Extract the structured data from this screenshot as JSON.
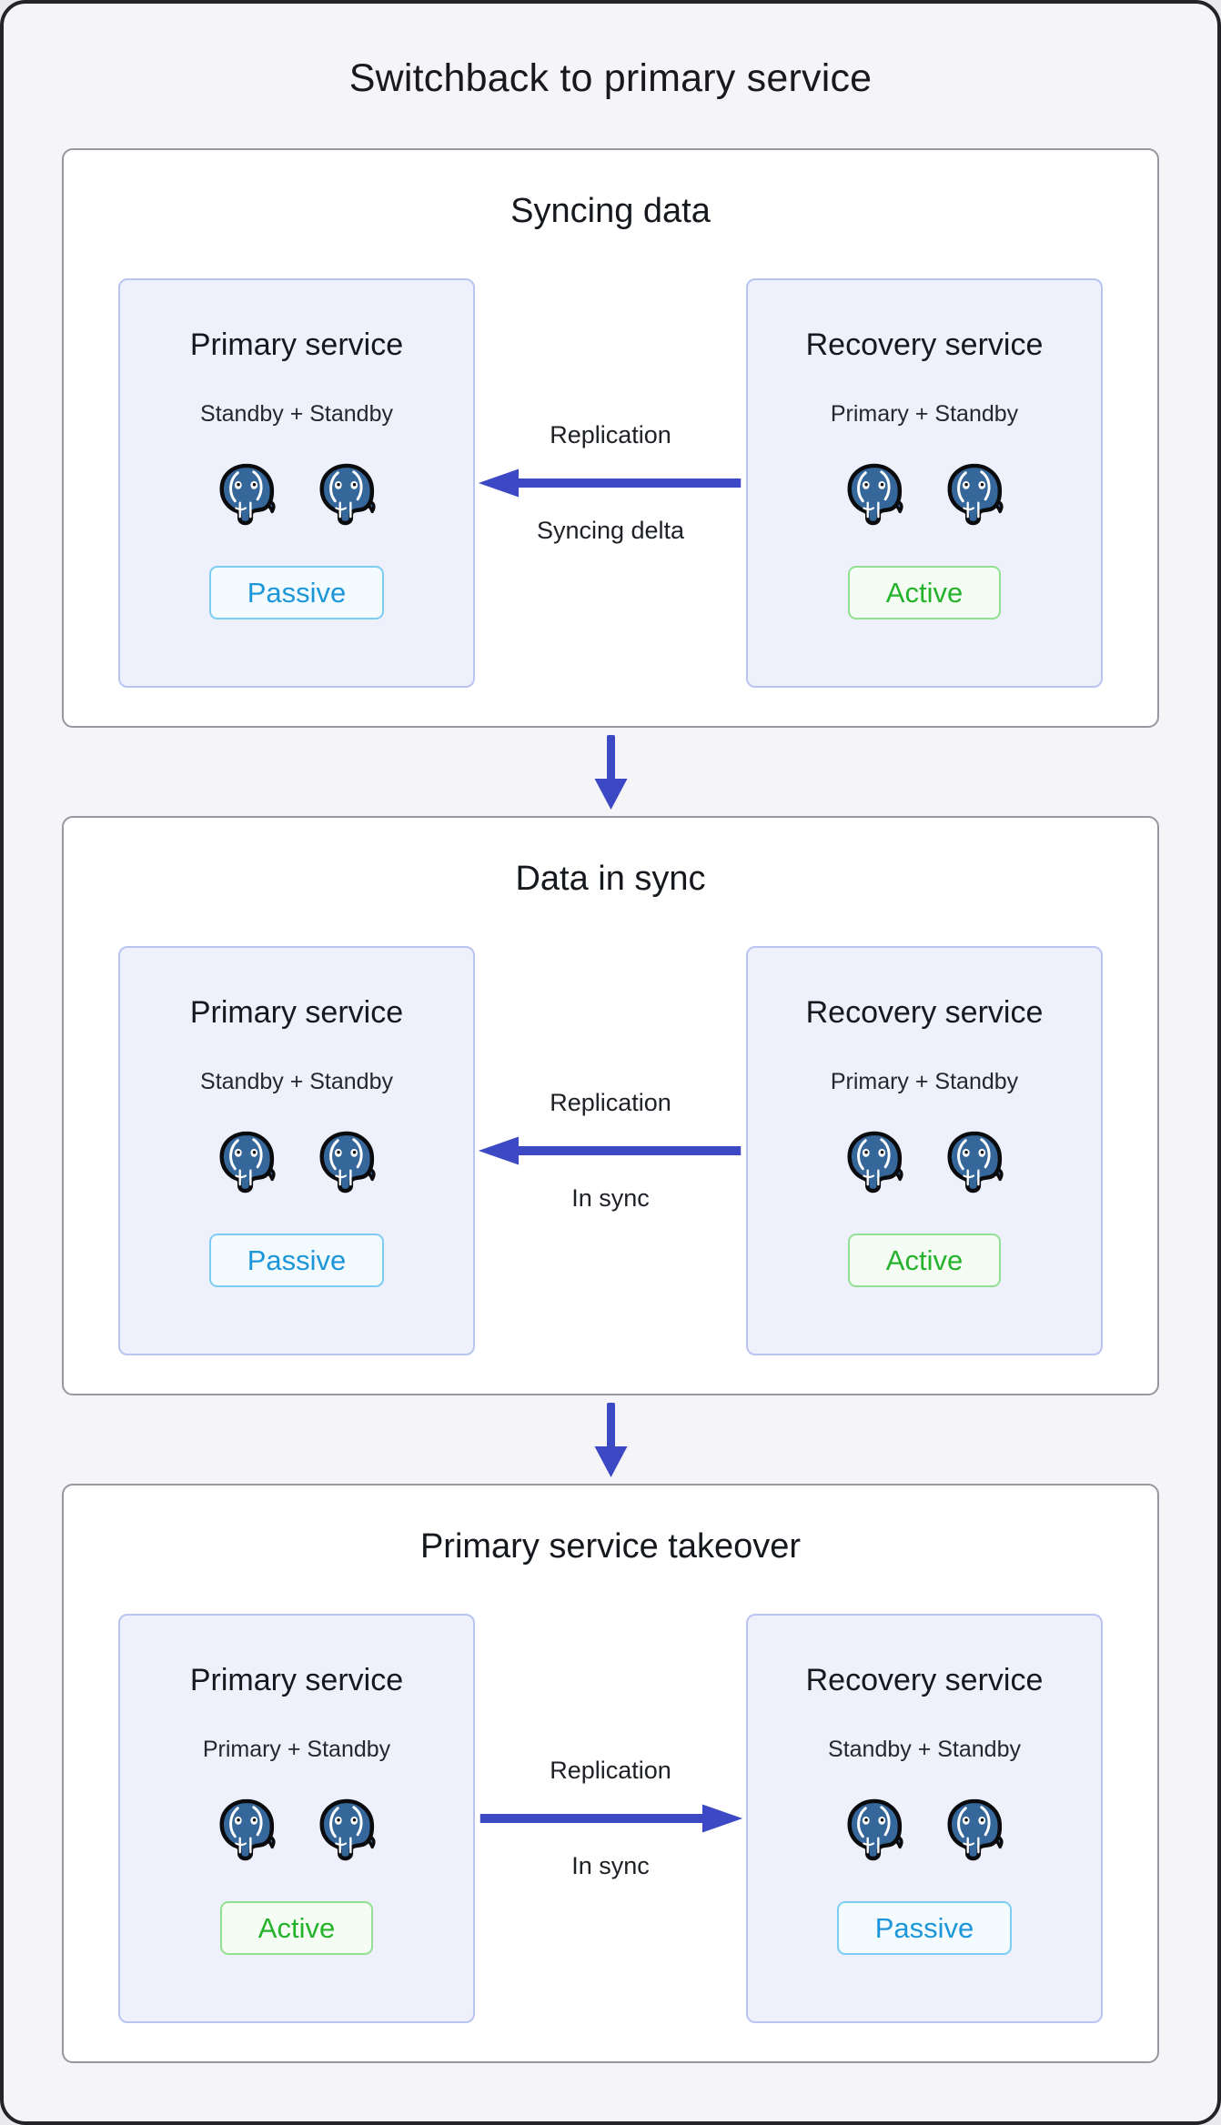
{
  "page": {
    "title": "Switchback to primary service"
  },
  "colors": {
    "page_bg": "#f5f5f8",
    "page_border": "#232329",
    "panel_border": "#97979f",
    "service_box_bg": "#eef1fc",
    "service_box_border": "#b9c4f1",
    "arrow": "#3d49c4",
    "postgres_blue": "#36679a",
    "passive_text": "#1d96d9",
    "passive_border": "#7dcdf2",
    "active_text": "#26b32c",
    "active_border": "#93e093"
  },
  "icons": {
    "service_icon": "postgresql-elephant-icon",
    "flow_icon": "replication-arrow-icon",
    "stage_connector_icon": "down-arrow-icon"
  },
  "stages": [
    {
      "title": "Syncing data",
      "left": {
        "title": "Primary service",
        "subtitle": "Standby + Standby",
        "badge": "Passive",
        "state": "passive"
      },
      "flow": {
        "label_top": "Replication",
        "label_bottom": "Syncing delta",
        "direction": "left"
      },
      "right": {
        "title": "Recovery service",
        "subtitle": "Primary + Standby",
        "badge": "Active",
        "state": "active"
      }
    },
    {
      "title": "Data in sync",
      "left": {
        "title": "Primary service",
        "subtitle": "Standby + Standby",
        "badge": "Passive",
        "state": "passive"
      },
      "flow": {
        "label_top": "Replication",
        "label_bottom": "In sync",
        "direction": "left"
      },
      "right": {
        "title": "Recovery service",
        "subtitle": "Primary + Standby",
        "badge": "Active",
        "state": "active"
      }
    },
    {
      "title": "Primary service takeover",
      "left": {
        "title": "Primary service",
        "subtitle": "Primary + Standby",
        "badge": "Active",
        "state": "active"
      },
      "flow": {
        "label_top": "Replication",
        "label_bottom": "In sync",
        "direction": "right"
      },
      "right": {
        "title": "Recovery service",
        "subtitle": "Standby + Standby",
        "badge": "Passive",
        "state": "passive"
      }
    }
  ]
}
